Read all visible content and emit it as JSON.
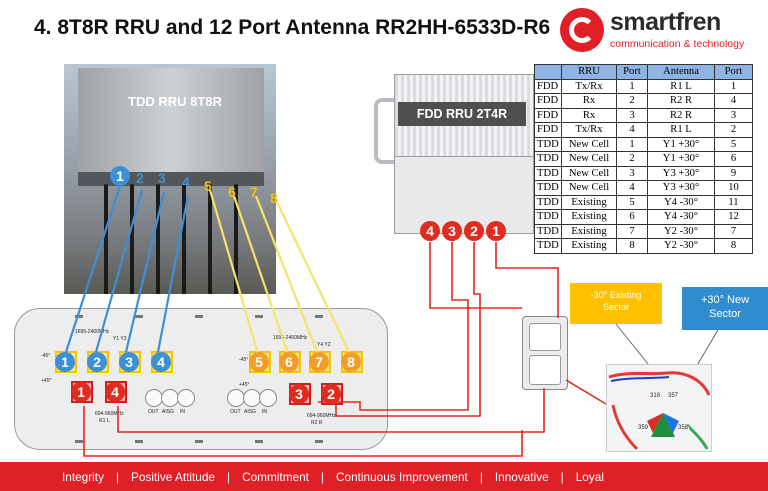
{
  "title": "4. 8T8R RRU and 12 Port Antenna RR2HH-6533D-R6",
  "logo": {
    "brand": "smartfren",
    "tagline": "communication & technology"
  },
  "tdd_rru_label": "TDD RRU 8T8R",
  "fdd_rru_label": "FDD RRU 2T4R",
  "port_numbers": {
    "tdd": [
      "1",
      "2",
      "3",
      "4",
      "5",
      "6",
      "7",
      "8"
    ],
    "fdd": [
      "4",
      "3",
      "2",
      "1"
    ],
    "antenna_blue": [
      "1",
      "2",
      "3",
      "4"
    ],
    "antenna_yellow": [
      "5",
      "6",
      "7",
      "8"
    ],
    "antenna_red": [
      "1",
      "4",
      "3",
      "2"
    ]
  },
  "table": {
    "headers": [
      "",
      "RRU",
      "Port",
      "Antenna",
      "Port"
    ],
    "rows": [
      [
        "FDD",
        "Tx/Rx",
        "1",
        "R1 L",
        "1"
      ],
      [
        "FDD",
        "Rx",
        "2",
        "R2 R",
        "4"
      ],
      [
        "FDD",
        "Rx",
        "3",
        "R2 R",
        "3"
      ],
      [
        "FDD",
        "Tx/Rx",
        "4",
        "R1 L",
        "2"
      ],
      [
        "TDD",
        "New Cell",
        "1",
        "Y1 +30°",
        "5"
      ],
      [
        "TDD",
        "New Cell",
        "2",
        "Y1 +30°",
        "6"
      ],
      [
        "TDD",
        "New Cell",
        "3",
        "Y3 +30°",
        "9"
      ],
      [
        "TDD",
        "New Cell",
        "4",
        "Y3 +30°",
        "10"
      ],
      [
        "TDD",
        "Existing",
        "5",
        "Y4 -30°",
        "11"
      ],
      [
        "TDD",
        "Existing",
        "6",
        "Y4 -30°",
        "12"
      ],
      [
        "TDD",
        "Existing",
        "7",
        "Y2 -30°",
        "7"
      ],
      [
        "TDD",
        "Existing",
        "8",
        "Y2 -30°",
        "8"
      ]
    ]
  },
  "antenna_labels": {
    "band_left": "1695-2400MHz",
    "band_left_sub": "Y1 Y3",
    "band_right": "1695-2400MHz",
    "band_right_sub": "Y4 Y2",
    "low_left": "694-960MHz",
    "low_left_sub": "R1 L",
    "low_right": "694-960MHz",
    "low_right_sub": "R2 R",
    "knob_out": "OUT",
    "knob_aisg": "AISG",
    "knob_in": "IN",
    "pol_plus": "+45°",
    "pol_minus": "-45°"
  },
  "sectors": {
    "existing": {
      "line1": "-30° Existing",
      "line2": "Sector"
    },
    "new": {
      "line1": "+30° New",
      "line2": "Sector"
    }
  },
  "map_labels": [
    "318",
    "357",
    "359",
    "358"
  ],
  "footer": [
    "Integrity",
    "Positive Attitude",
    "Commitment",
    "Continuous Improvement",
    "Innovative",
    "Loyal"
  ],
  "colors": {
    "brand_red": "#e01f26",
    "table_header": "#8db4e2",
    "tdd_wire": "#3d8fd6",
    "existing_wire": "#f7e26b",
    "fdd_wire": "#e02b1f",
    "sector_existing": "#ffc000",
    "sector_new": "#2e8ccf"
  }
}
